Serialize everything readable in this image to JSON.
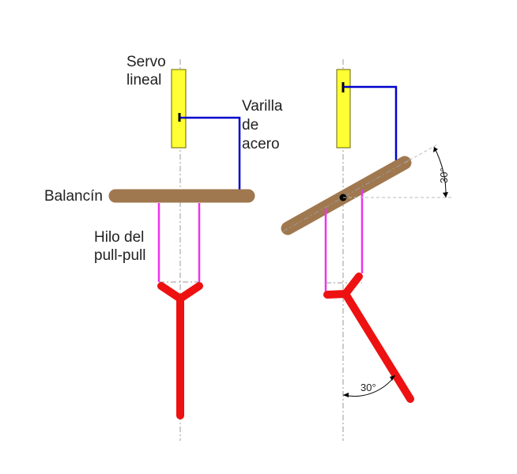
{
  "labels": {
    "servo_line1": "Servo",
    "servo_line2": "lineal",
    "rod_line1": "Varilla",
    "rod_line2": "de",
    "rod_line3": "acero",
    "rocker": "Balancín",
    "wire_line1": "Hilo del",
    "wire_line2": "pull-pull"
  },
  "angles": {
    "rocker_angle": "30°",
    "surface_angle": "30°"
  },
  "colors": {
    "servo": "#ffff33",
    "rod": "#0000cc",
    "rocker": "#a0784f",
    "wire": "#ee33ee",
    "surface": "#ee1111",
    "centerline": "#999999"
  }
}
